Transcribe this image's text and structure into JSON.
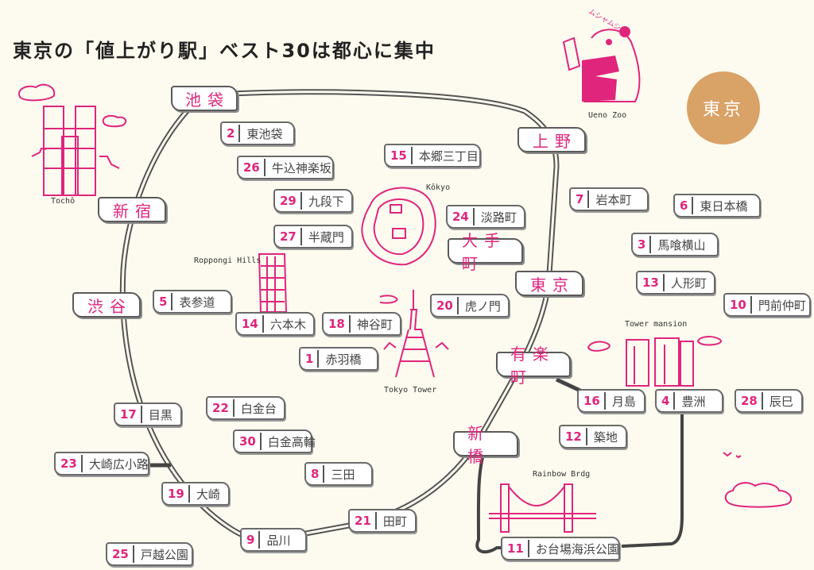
{
  "title": "東京の「値上がり駅」ベスト30は都心に集中",
  "badge": "東京",
  "colors": {
    "accent_pink": "#e0257c",
    "badge_brown": "#d9a266",
    "background": "#fdfbef",
    "line_gray": "#5a5a5a"
  },
  "major_stations": {
    "ikebukuro": "池袋",
    "shinjuku": "新宿",
    "shibuya": "渋谷",
    "ueno": "上野",
    "tokyo": "東京",
    "otemachi": "大手町",
    "yurakucho": "有楽町",
    "shinbashi": "新橋"
  },
  "landmarks": {
    "tocho": "Tochō",
    "roppongi_hills": "Roppongi Hills",
    "kokyo": "Kōkyo",
    "tokyo_tower": "Tokyo Tower",
    "ueno_zoo": "Ueno Zoo",
    "panda_sound": "ムシャムシャ",
    "tower_mansion": "Tower mansion",
    "rainbow_bridge": "Rainbow Brdg"
  },
  "ranked_stations": [
    {
      "rank": "1",
      "name": "赤羽橋"
    },
    {
      "rank": "2",
      "name": "東池袋"
    },
    {
      "rank": "3",
      "name": "馬喰横山"
    },
    {
      "rank": "4",
      "name": "豊洲"
    },
    {
      "rank": "5",
      "name": "表参道"
    },
    {
      "rank": "6",
      "name": "東日本橋"
    },
    {
      "rank": "7",
      "name": "岩本町"
    },
    {
      "rank": "8",
      "name": "三田"
    },
    {
      "rank": "9",
      "name": "品川"
    },
    {
      "rank": "10",
      "name": "門前仲町"
    },
    {
      "rank": "11",
      "name": "お台場海浜公園"
    },
    {
      "rank": "12",
      "name": "築地"
    },
    {
      "rank": "13",
      "name": "人形町"
    },
    {
      "rank": "14",
      "name": "六本木"
    },
    {
      "rank": "15",
      "name": "本郷三丁目"
    },
    {
      "rank": "16",
      "name": "月島"
    },
    {
      "rank": "17",
      "name": "目黒"
    },
    {
      "rank": "18",
      "name": "神谷町"
    },
    {
      "rank": "19",
      "name": "大崎"
    },
    {
      "rank": "20",
      "name": "虎ノ門"
    },
    {
      "rank": "21",
      "name": "田町"
    },
    {
      "rank": "22",
      "name": "白金台"
    },
    {
      "rank": "23",
      "name": "大崎広小路"
    },
    {
      "rank": "24",
      "name": "淡路町"
    },
    {
      "rank": "25",
      "name": "戸越公園"
    },
    {
      "rank": "26",
      "name": "牛込神楽坂"
    },
    {
      "rank": "27",
      "name": "半蔵門"
    },
    {
      "rank": "28",
      "name": "辰巳"
    },
    {
      "rank": "29",
      "name": "九段下"
    },
    {
      "rank": "30",
      "name": "白金高輪"
    }
  ]
}
